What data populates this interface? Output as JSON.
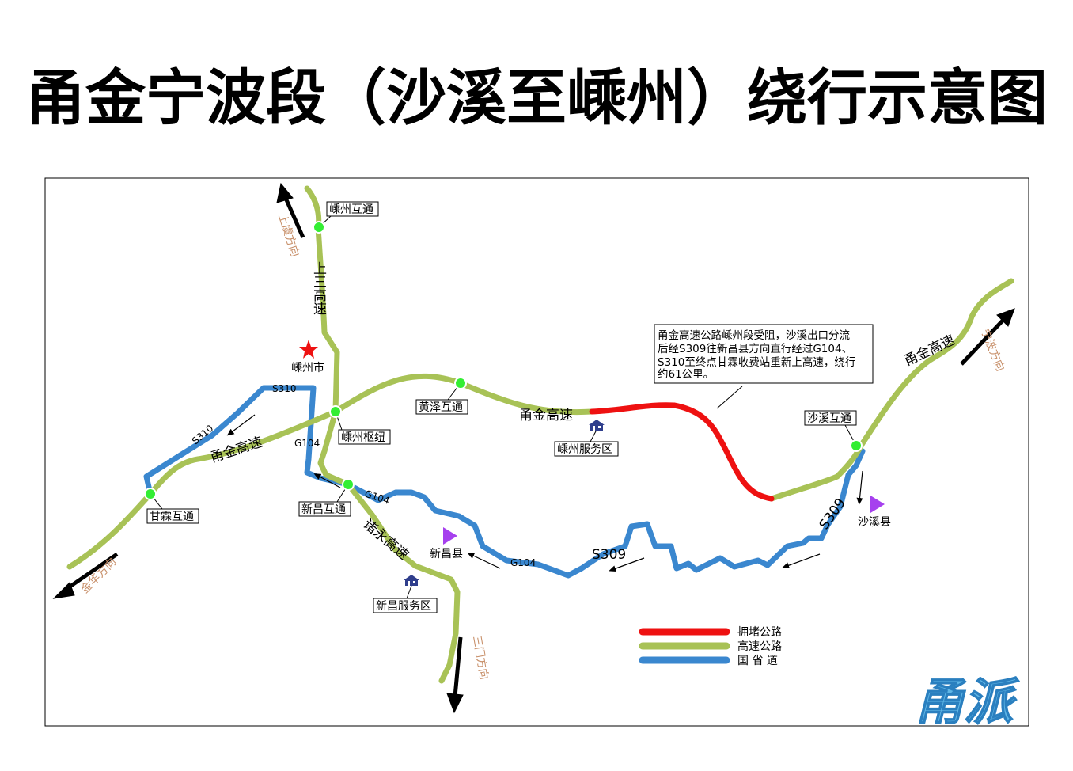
{
  "title": "甬金宁波段（沙溪至嵊州）绕行示意图",
  "colors": {
    "jam": "#ee1111",
    "expressway": "#a8c256",
    "national_road": "#3a87cf",
    "node": "#33ee33"
  },
  "roads": {
    "yongjin_1": "甬金高速",
    "yongjin_2": "甬金高速",
    "yongjin_3": "甬金高速",
    "shangsan": "上三高速",
    "s310_top": "S310",
    "s310_side": "S310",
    "g104_left": "G104",
    "g104_mid": "G104",
    "g104_bottom": "G104",
    "s309_mid": "S309",
    "s309_right": "S309",
    "zhuyong": "诸永高速"
  },
  "directions": {
    "shangyu": "上虞方向",
    "ningbo": "宁波方向",
    "jinhua": "金华方向",
    "sanmen": "三门方向"
  },
  "nodes": {
    "shengzhou_ic": "嵊州互通",
    "shengzhou_hub": "嵊州枢纽",
    "huangze_ic": "黄泽互通",
    "xinchang_ic": "新昌互通",
    "ganlin_ic": "甘霖互通",
    "shaxi_ic": "沙溪互通",
    "shengzhou_sa": "嵊州服务区",
    "xinchang_sa": "新昌服务区"
  },
  "places": {
    "shengzhou_city": "嵊州市",
    "xinchang_county": "新昌县",
    "shaxi_county": "沙溪县"
  },
  "note": {
    "line1": "甬金高速公路嵊州段受阻，沙溪出口分流",
    "line2": "后经S309往新昌县方向直行经过G104、",
    "line3": "S310至终点甘霖收费站重新上高速，绕行",
    "line4": "约61公里。"
  },
  "legend": {
    "jam": "拥堵公路",
    "expressway": "高速公路",
    "national": "国 省 道"
  },
  "logo": "甬派"
}
